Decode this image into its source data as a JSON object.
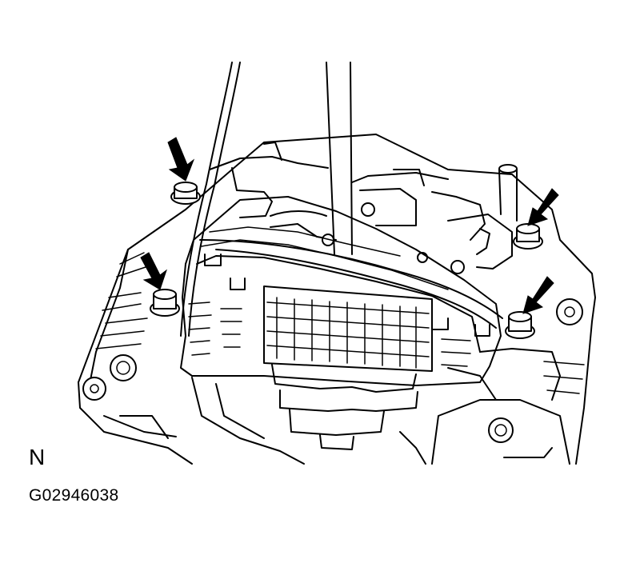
{
  "figure": {
    "view_label": "N",
    "figure_id": "G02946038",
    "line_color": "#000000",
    "background_color": "#ffffff",
    "callouts": [
      {
        "name": "bolt-arrow-upper-left",
        "icon": "arrow-icon"
      },
      {
        "name": "bolt-arrow-left",
        "icon": "arrow-icon"
      },
      {
        "name": "bolt-arrow-upper-right",
        "icon": "arrow-icon"
      },
      {
        "name": "bolt-arrow-right",
        "icon": "arrow-icon"
      }
    ]
  }
}
